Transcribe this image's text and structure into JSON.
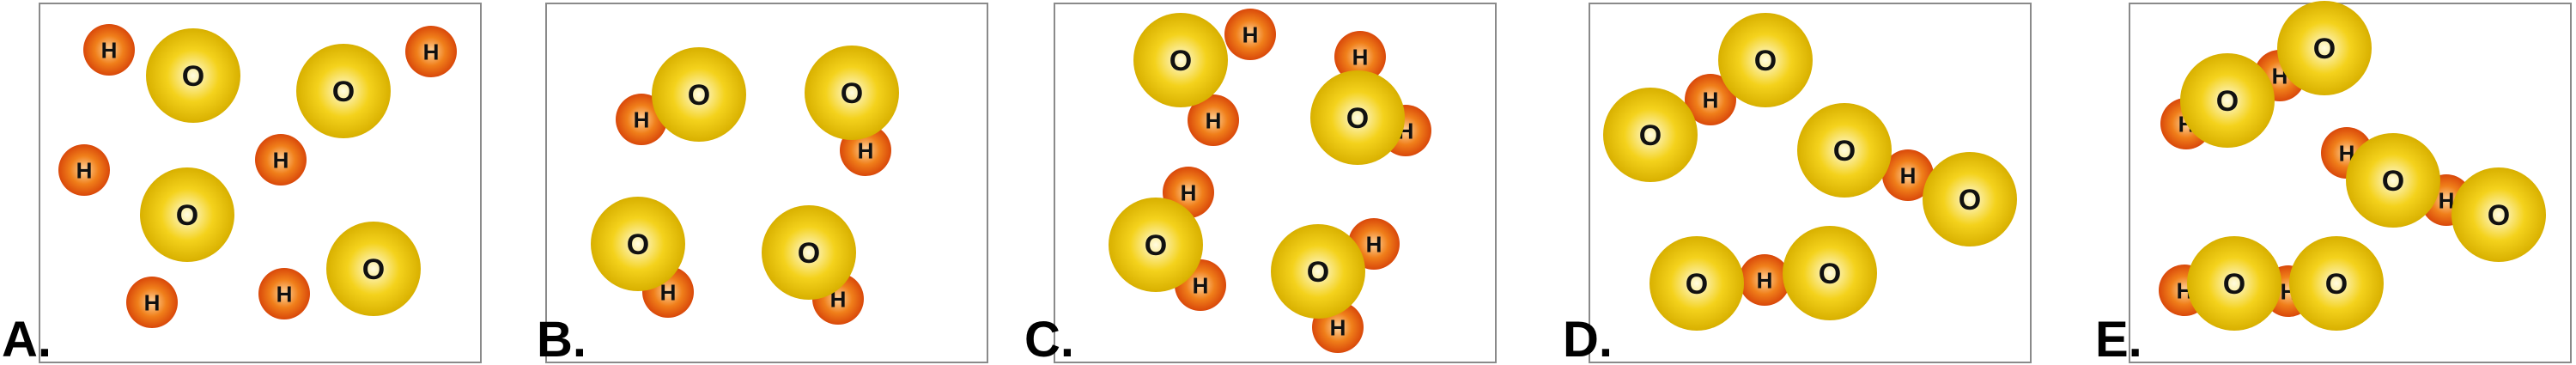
{
  "colors": {
    "oxygen_fill_center": "#fffbe0",
    "oxygen_fill_mid": "#f4d21c",
    "oxygen_fill_edge": "#d8b000",
    "hydrogen_fill_center": "#ffd5a0",
    "hydrogen_fill_mid": "#f07f1a",
    "hydrogen_fill_edge": "#d9480a",
    "panel_border": "#8a8a8a",
    "label_text": "#111111"
  },
  "atom_symbols": {
    "oxygen": "O",
    "hydrogen": "H"
  },
  "panels": [
    {
      "label": "A."
    },
    {
      "label": "B."
    },
    {
      "label": "C."
    },
    {
      "label": "D."
    },
    {
      "label": "E."
    }
  ]
}
